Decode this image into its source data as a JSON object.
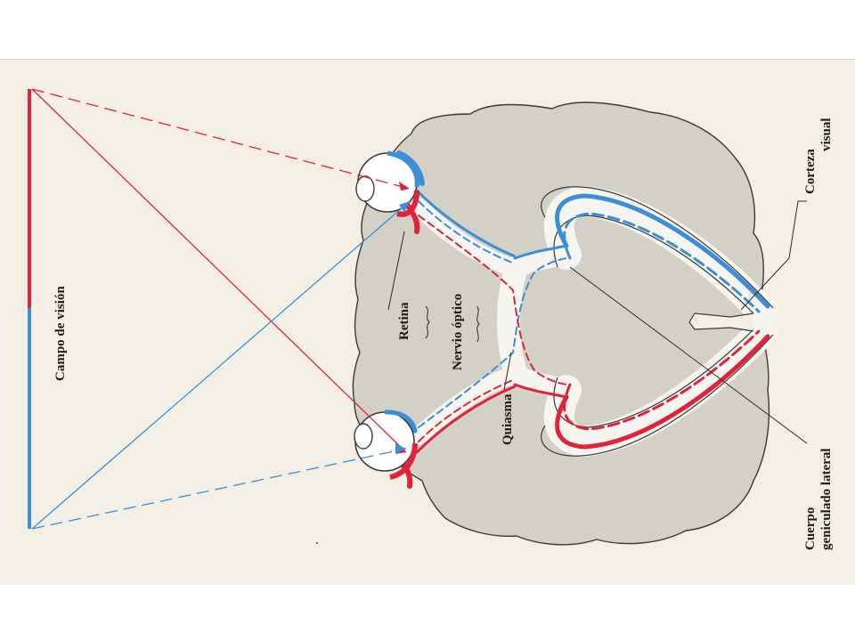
{
  "labels": {
    "campo_de_vision": "Campo de visión",
    "retina": "Retina",
    "nervio_optico": "Nervio óptico",
    "quiasma": "Quiasma",
    "corteza": "Corteza",
    "visual": "visual",
    "cuerpo": "Cuerpo",
    "geniculado_lateral": "geniculado lateral"
  },
  "colors": {
    "left_visual_field": "#e0223a",
    "right_visual_field": "#3a8fd8",
    "brain_tissue": "#d3d0c6",
    "pathway_channel": "#f7f5ef",
    "outline": "#3a3a3a",
    "background": "#f3efe4"
  }
}
